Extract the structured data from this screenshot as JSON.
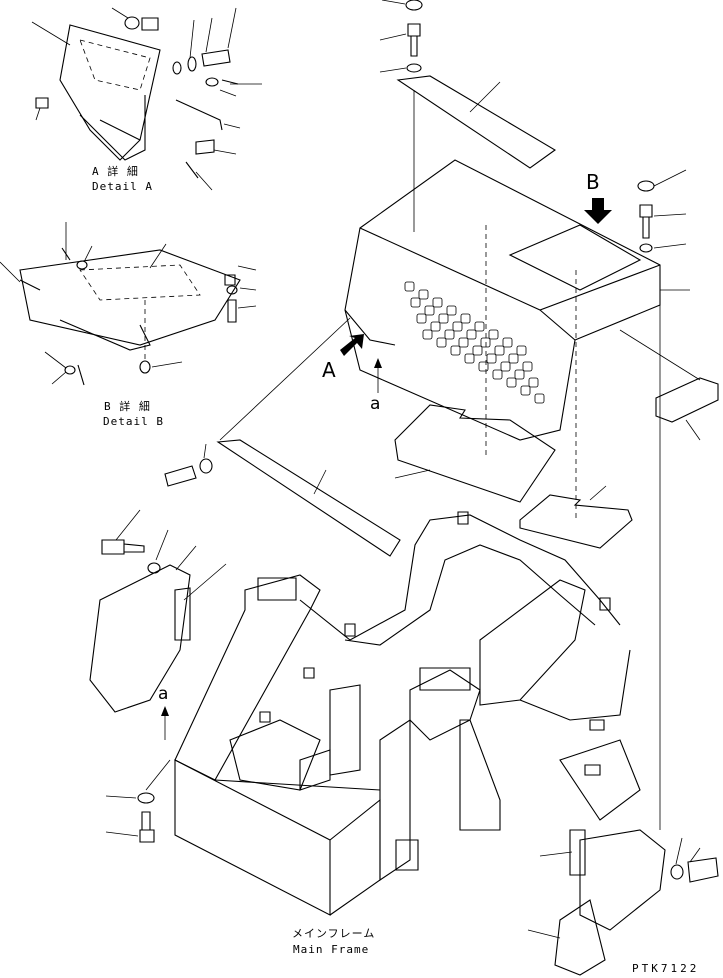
{
  "labels": {
    "detail_a_jp": "A 詳 細",
    "detail_a_en": "Detail A",
    "detail_b_jp": "B 詳 細",
    "detail_b_en": "Detail B",
    "view_a": "A",
    "view_b": "B",
    "ref_a_top": "a",
    "ref_a_left": "a",
    "main_frame_jp": "メインフレーム",
    "main_frame_en": "Main Frame",
    "drawing_code": "PTK7122"
  }
}
